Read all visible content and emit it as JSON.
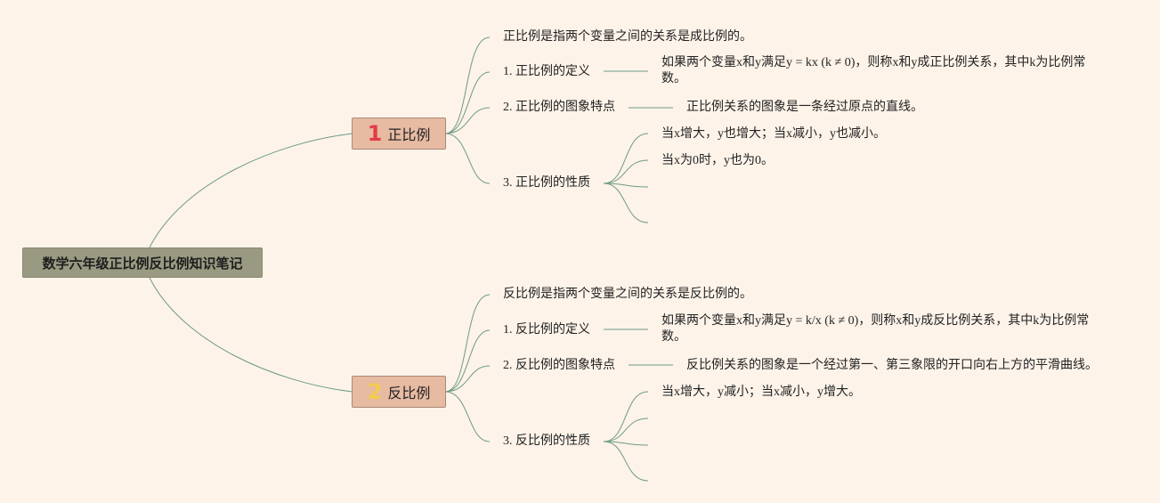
{
  "root": {
    "title": "数学六年级正比例反比例知识笔记"
  },
  "branches": [
    {
      "number": "1",
      "title": "正比例",
      "intro": "正比例是指两个变量之间的关系是成比例的。",
      "definition": {
        "label": "1. 正比例的定义",
        "text": "如果两个变量x和y满足y = kx (k ≠ 0)，则称x和y成正比例关系，其中k为比例常数。"
      },
      "graph": {
        "label": "2. 正比例的图象特点",
        "text": "正比例关系的图象是一条经过原点的直线。"
      },
      "properties": {
        "label": "3. 正比例的性质",
        "items": [
          "当x增大，y也增大；当x减小，y也减小。",
          "当x为0时，y也为0。"
        ]
      }
    },
    {
      "number": "2",
      "title": "反比例",
      "intro": "反比例是指两个变量之间的关系是反比例的。",
      "definition": {
        "label": "1. 反比例的定义",
        "text": "如果两个变量x和y满足y = k/x (k ≠ 0)，则称x和y成反比例关系，其中k为比例常数。"
      },
      "graph": {
        "label": "2. 反比例的图象特点",
        "text": "反比例关系的图象是一个经过第一、第三象限的开口向右上方的平滑曲线。"
      },
      "properties": {
        "label": "3. 反比例的性质",
        "items": [
          "当x增大，y减小；当x减小，y增大。"
        ]
      }
    }
  ],
  "colors": {
    "background": "#fdf3e9",
    "root_fill": "#9a9a82",
    "branch_fill": "#e7baa2",
    "connector": "#6f9a86",
    "badge_1": "#e23c44",
    "badge_2": "#f2cc4c"
  }
}
